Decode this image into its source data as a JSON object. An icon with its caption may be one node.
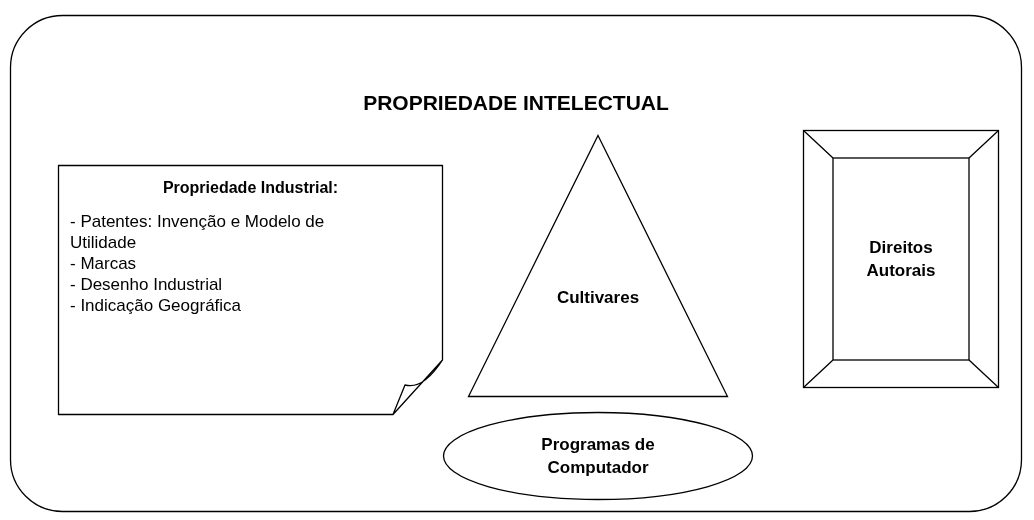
{
  "diagram": {
    "nodes": [
      {
        "text": [
          "PROPRIEDADE INTELECTUAL"
        ]
      },
      {
        "text": [
          "Propriedade Industrial:",
          "- Patentes: Invenção e Modelo de Utilidade",
          "- Marcas",
          "- Desenho Industrial",
          "- Indicação Geográfica"
        ],
        "in": 0
      },
      {
        "text": [
          "Cultivares"
        ],
        "in": 0
      },
      {
        "text": [
          "Direitos Autorais"
        ],
        "in": 0
      },
      {
        "text": [
          "Programas de Computador"
        ],
        "in": 0
      }
    ]
  }
}
